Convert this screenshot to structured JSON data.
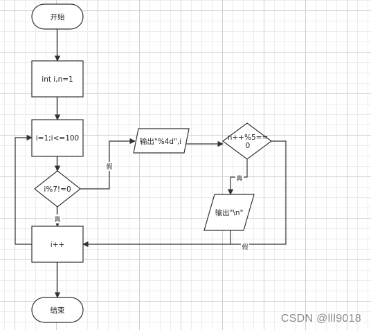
{
  "diagram": {
    "nodes": {
      "start": "开始",
      "init": "int i,n=1",
      "loop": "i=1;i<=100",
      "cond1": "i%7!=0",
      "output1": "输出\"%4d\",i",
      "cond2_line1": "n++%5==",
      "cond2_line2": "0",
      "output2": "输出\"\\n\"",
      "increment": "i++",
      "end": "结束"
    },
    "edge_labels": {
      "cond1_true": "真",
      "cond1_false": "假",
      "cond2_true": "真",
      "cond2_false": "假"
    }
  },
  "watermark": "CSDN @lll9018",
  "colors": {
    "stroke": "#323232",
    "grid_major": "#d0d0d0",
    "grid_minor": "#ececec",
    "watermark": "#8a8a8a"
  }
}
